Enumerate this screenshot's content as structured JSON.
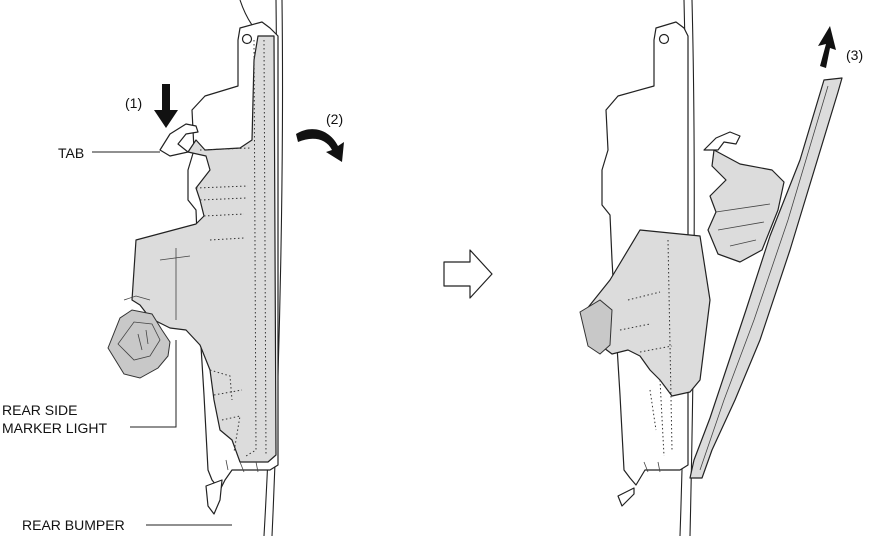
{
  "labels": {
    "tab": "TAB",
    "step1": "(1)",
    "step2": "(2)",
    "step3": "(3)",
    "marker_light_line1": "REAR SIDE",
    "marker_light_line2": "MARKER LIGHT",
    "rear_bumper": "REAR BUMPER"
  }
}
